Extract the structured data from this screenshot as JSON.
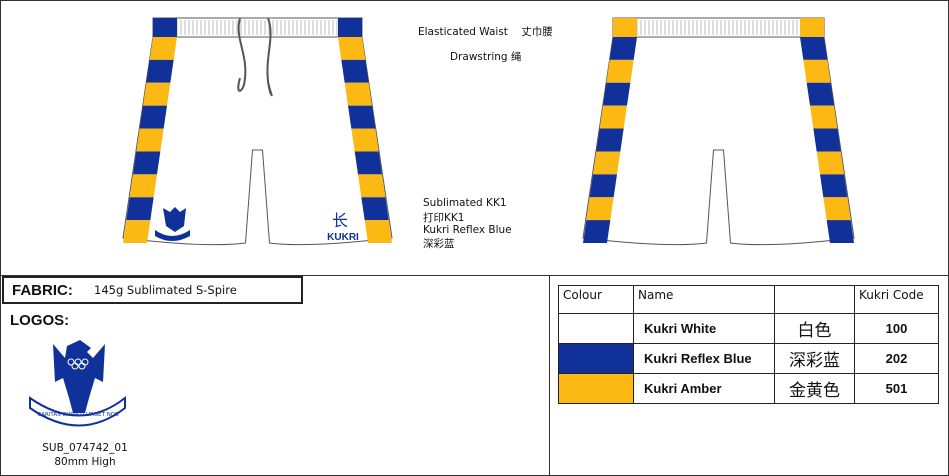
{
  "notes": {
    "waist": "Elasticated Waist",
    "waist_cn": "丈巾腰",
    "drawstring": "Drawstring",
    "drawstring_cn": "绳",
    "sublimated": "Sublimated KK1",
    "print_cn": "打印KK1",
    "reflex": "Kukri Reflex Blue",
    "reflex_cn": "深彩蓝"
  },
  "brand": "KUKRI",
  "fabric": {
    "label": "FABRIC:",
    "value": "145g Sublimated S-Spire"
  },
  "logos": {
    "label": "LOGOS:",
    "code": "SUB_074742_01",
    "size": "80mm High",
    "motto": "CARITAS CHRISTI URGET NOS"
  },
  "colour_table": {
    "headers": [
      "Colour",
      "Name",
      "",
      "Kukri Code"
    ],
    "rows": [
      {
        "swatch": "#ffffff",
        "name": "Kukri White",
        "cn": "白色",
        "code": "100"
      },
      {
        "swatch": "#10319a",
        "name": "Kukri Reflex Blue",
        "cn": "深彩蓝",
        "code": "202"
      },
      {
        "swatch": "#fdb913",
        "name": "Kukri Amber",
        "cn": "金黄色",
        "code": "501"
      }
    ]
  },
  "colors": {
    "blue": "#10319a",
    "amber": "#fdb913"
  }
}
